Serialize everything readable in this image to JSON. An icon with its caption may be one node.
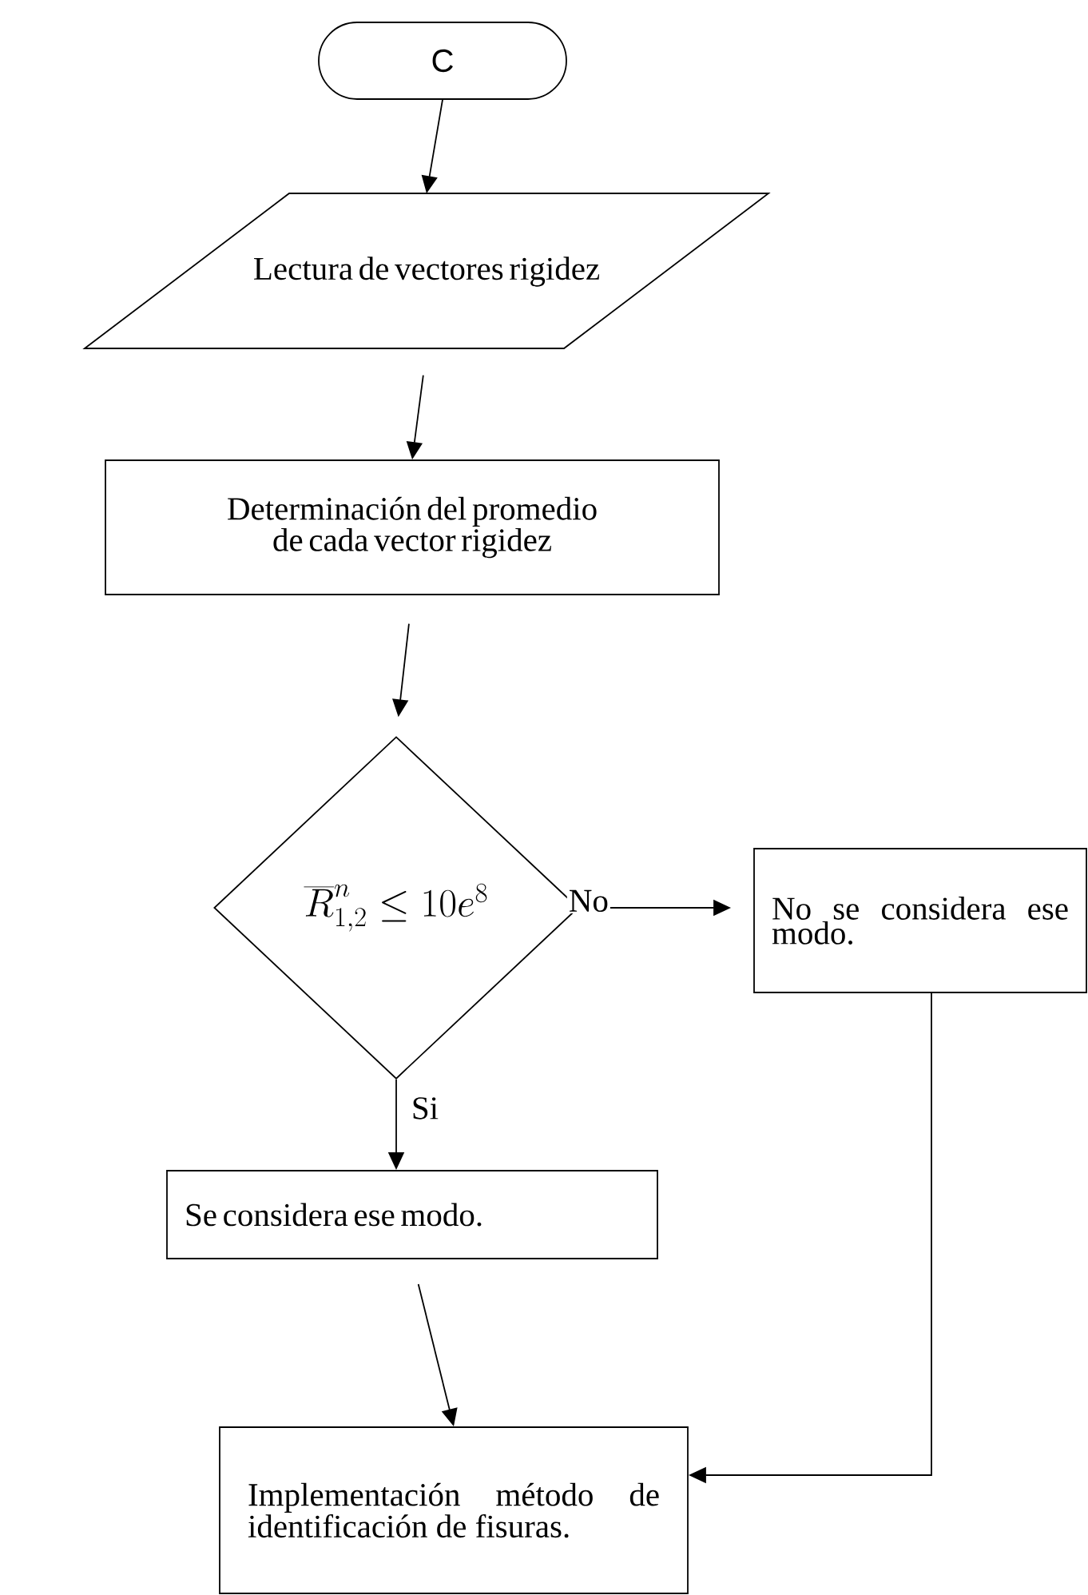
{
  "diagram": {
    "nodes": [
      {
        "text": [
          "C"
        ]
      },
      {
        "text": [
          "Lectura de vectores rigidez"
        ]
      },
      {
        "text": [
          "Determinación del promedio de cada vector rigidez"
        ]
      },
      {
        "text": [
          "\\overline{R}_{1,2}^{n} \\leq 10e^{8}"
        ]
      },
      {
        "text": [
          "No se considera ese modo."
        ]
      },
      {
        "text": [
          "Se considera ese modo."
        ]
      },
      {
        "text": [
          "Implementación método de identificación de fisuras."
        ]
      }
    ],
    "edges": [
      {
        "from": 0,
        "to": 1,
        "arrow": "to"
      },
      {
        "from": 1,
        "to": 2,
        "arrow": "to"
      },
      {
        "from": 2,
        "to": 3,
        "arrow": "to"
      },
      {
        "from": 3,
        "to": 4,
        "arrow": "to",
        "label": "No"
      },
      {
        "from": 3,
        "to": 5,
        "arrow": "to",
        "label": "Si"
      },
      {
        "from": 5,
        "to": 6,
        "arrow": "to"
      },
      {
        "from": 4,
        "to": 6,
        "arrow": "to"
      }
    ]
  }
}
